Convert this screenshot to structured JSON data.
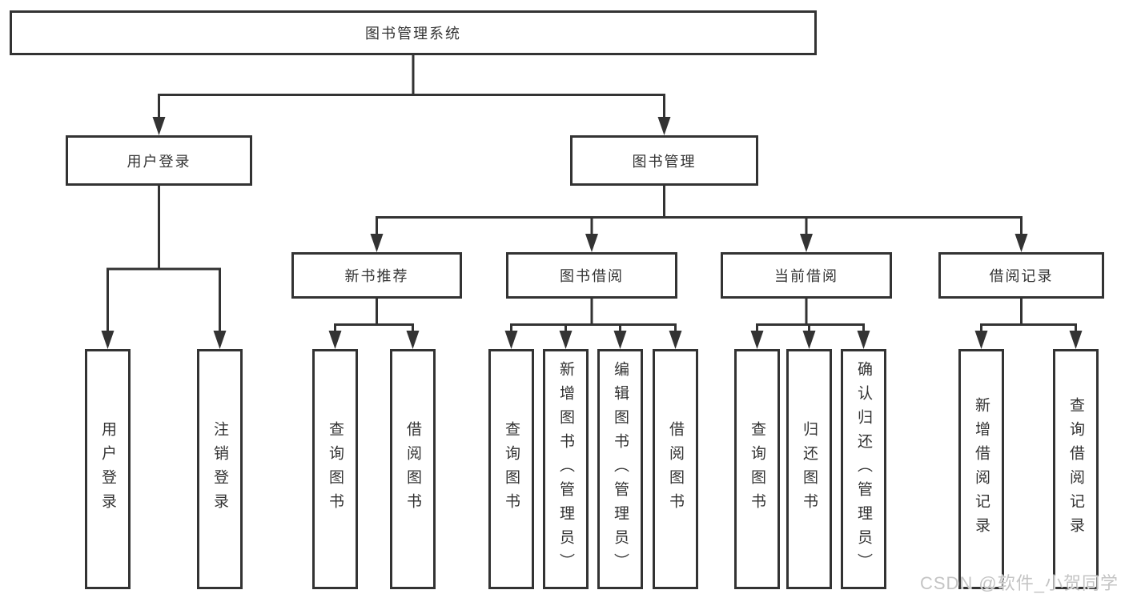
{
  "nodes": {
    "root": "图书管理系统",
    "level2": [
      "用户登录",
      "图书管理"
    ],
    "level3": [
      "新书推荐",
      "图书借阅",
      "当前借阅",
      "借阅记录"
    ],
    "leaves_login": [
      "用户登录",
      "注销登录"
    ],
    "leaves_recommend": [
      "查询图书",
      "借阅图书"
    ],
    "leaves_borrow": [
      "查询图书",
      "新增图书（管理员）",
      "编辑图书（管理员）",
      "借阅图书"
    ],
    "leaves_current": [
      "查询图书",
      "归还图书",
      "确认归还（管理员）"
    ],
    "leaves_records": [
      "新增借阅记录",
      "查询借阅记录"
    ]
  },
  "watermark": "CSDN @软件_小贺同学",
  "colors": {
    "line": "#333333",
    "text": "#333333",
    "box_fill": "#ffffff",
    "watermark": "#c4c4c4"
  }
}
